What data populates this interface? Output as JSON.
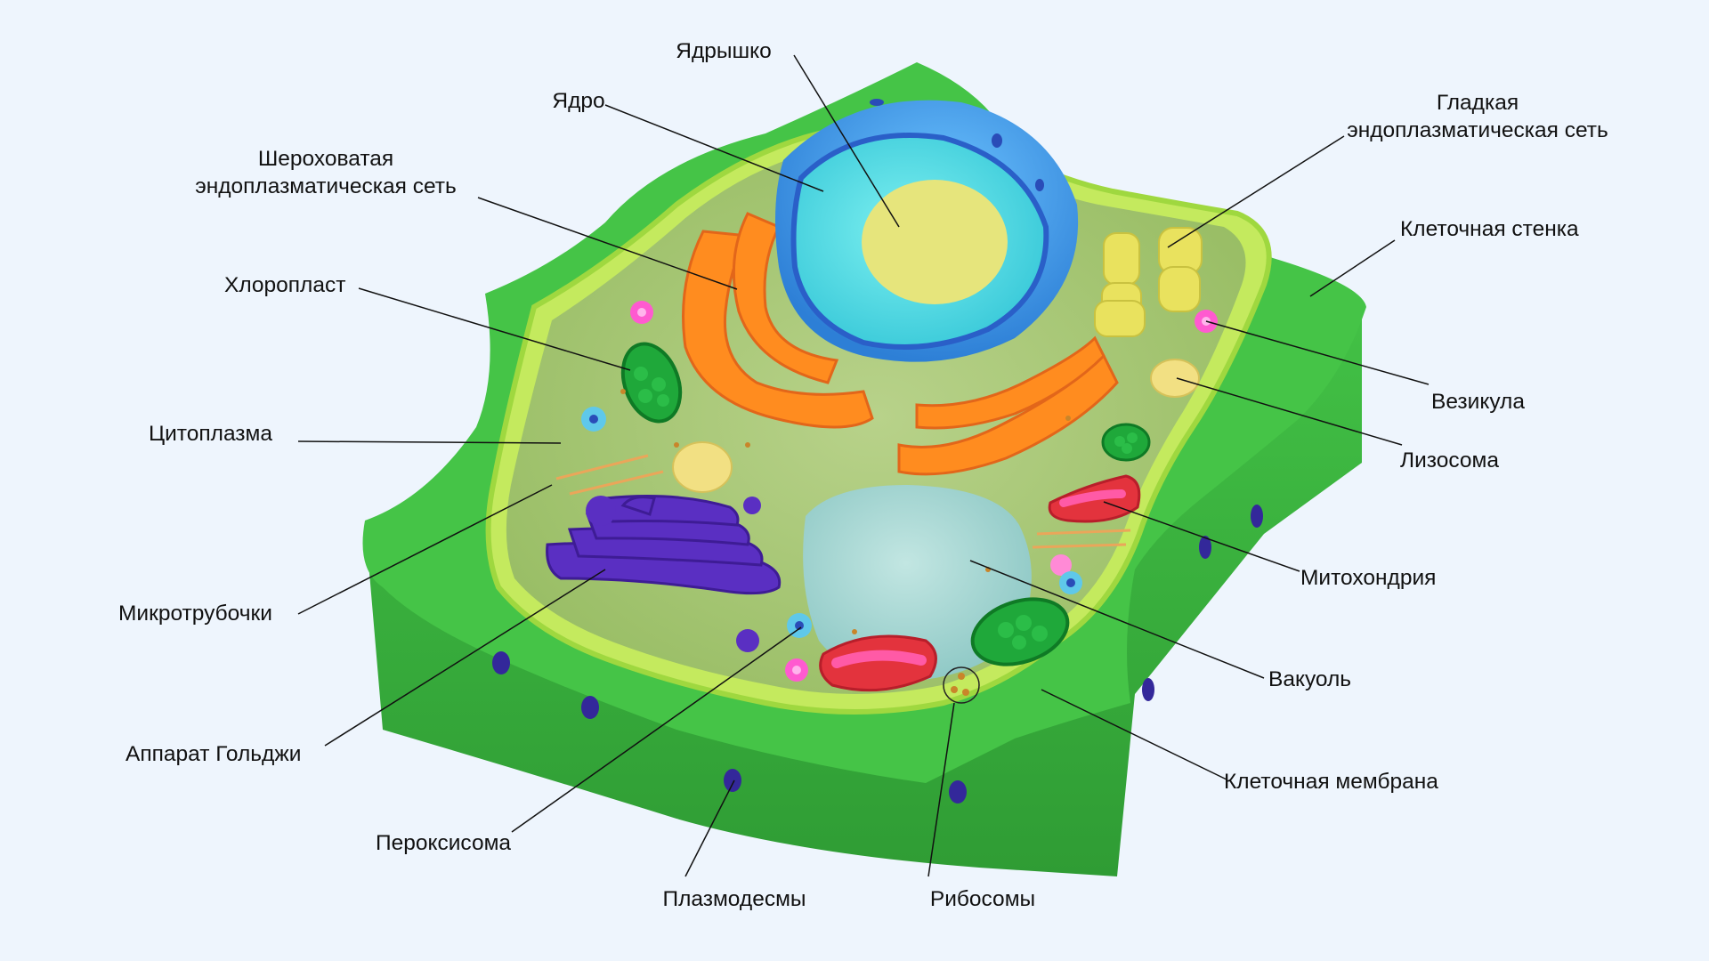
{
  "labels": {
    "nucleolus": "Ядрышко",
    "nucleus": "Ядро",
    "rough_er_line1": "Шероховатая",
    "rough_er_line2": "эндоплазматическая сеть",
    "smooth_er_line1": "Гладкая",
    "smooth_er_line2": "эндоплазматическая сеть",
    "cell_wall": "Клеточная стенка",
    "chloroplast": "Хлоропласт",
    "vesicle": "Везикула",
    "cytoplasm": "Цитоплазма",
    "lysosome": "Лизосома",
    "mitochondria": "Митохондрия",
    "microtubules": "Микротрубочки",
    "vacuole": "Вакуоль",
    "golgi": "Аппарат Гольджи",
    "cell_membrane": "Клеточная мембрана",
    "peroxisome": "Пероксисома",
    "plasmodesmata": "Плазмодесмы",
    "ribosomes": "Рибосомы"
  },
  "colors": {
    "background": "#eef5fd",
    "cell_wall": "#3fbf3f",
    "cell_wall_dark": "#2e9e33",
    "membrane": "#b9e35a",
    "cytoplasm": "#a9c97a",
    "nucleus_shell": "#3a8fdc",
    "nucleus_inner": "#5fe0e6",
    "nucleolus": "#e6e67a",
    "rough_er": "#ff8a1f",
    "golgi": "#5b2fc0",
    "mitochondria": "#e6303c",
    "mito_inner": "#ff5aa0",
    "chloroplast": "#1fa83a",
    "vacuole": "#a9d8d8",
    "smooth_er": "#e5e05a",
    "vesicle": "#ff66cc",
    "peroxisome": "#5bc8e8",
    "plasmodesmata": "#3a2a9c"
  }
}
